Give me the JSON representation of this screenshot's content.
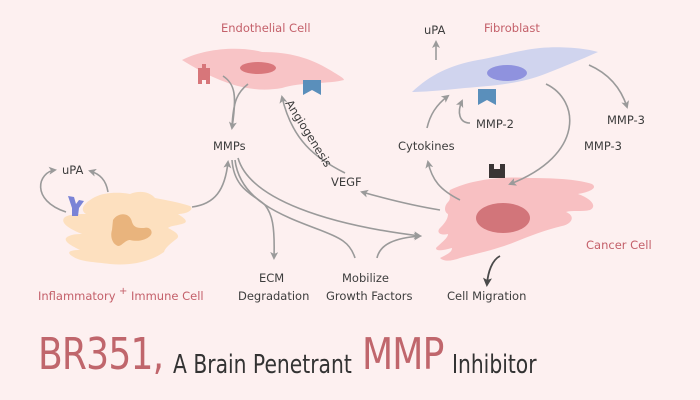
{
  "cells": {
    "endothelial": "Endothelial Cell",
    "fibroblast": "Fibroblast",
    "cancer": "Cancer Cell",
    "immune_part1": "Inflammatory",
    "immune_plus": "+",
    "immune_part2": "Immune Cell"
  },
  "labels": {
    "mmps": "MMPs",
    "angiogenesis": "Angiogenesis",
    "vegf": "VEGF",
    "upa_fibroblast": "uPA",
    "upa_immune": "uPA",
    "mmp2": "MMP-2",
    "mmp3_right": "MMP-3",
    "mmp3_mid": "MMP-3",
    "cytokines": "Cytokines",
    "ecm_line1": "ECM",
    "ecm_line2": "Degradation",
    "mobilize_line1": "Mobilize",
    "mobilize_line2": "Growth Factors",
    "cell_migration": "Cell Migration"
  },
  "title": {
    "drug": "BR351,",
    "middle": "A Brain Penetrant",
    "target": "MMP",
    "end": "Inhibitor"
  },
  "colors": {
    "background": "#fdf0f0",
    "accent_red": "#c0666c",
    "endothelial_body": "#f8c4c6",
    "endothelial_nucleus": "#d9777b",
    "fibroblast_body": "#d0d4ee",
    "fibroblast_nucleus": "#8f92de",
    "cancer_body": "#f8c0c2",
    "cancer_nucleus": "#d2757a",
    "immune_body": "#fde0bf",
    "immune_nucleus": "#e9b47d",
    "receptor_blue": "#5a8fbb",
    "receptor_red": "#d7767a",
    "receptor_purple": "#7a83d6",
    "receptor_dark": "#3a3535",
    "arrow_gray": "#9a9a9a"
  }
}
